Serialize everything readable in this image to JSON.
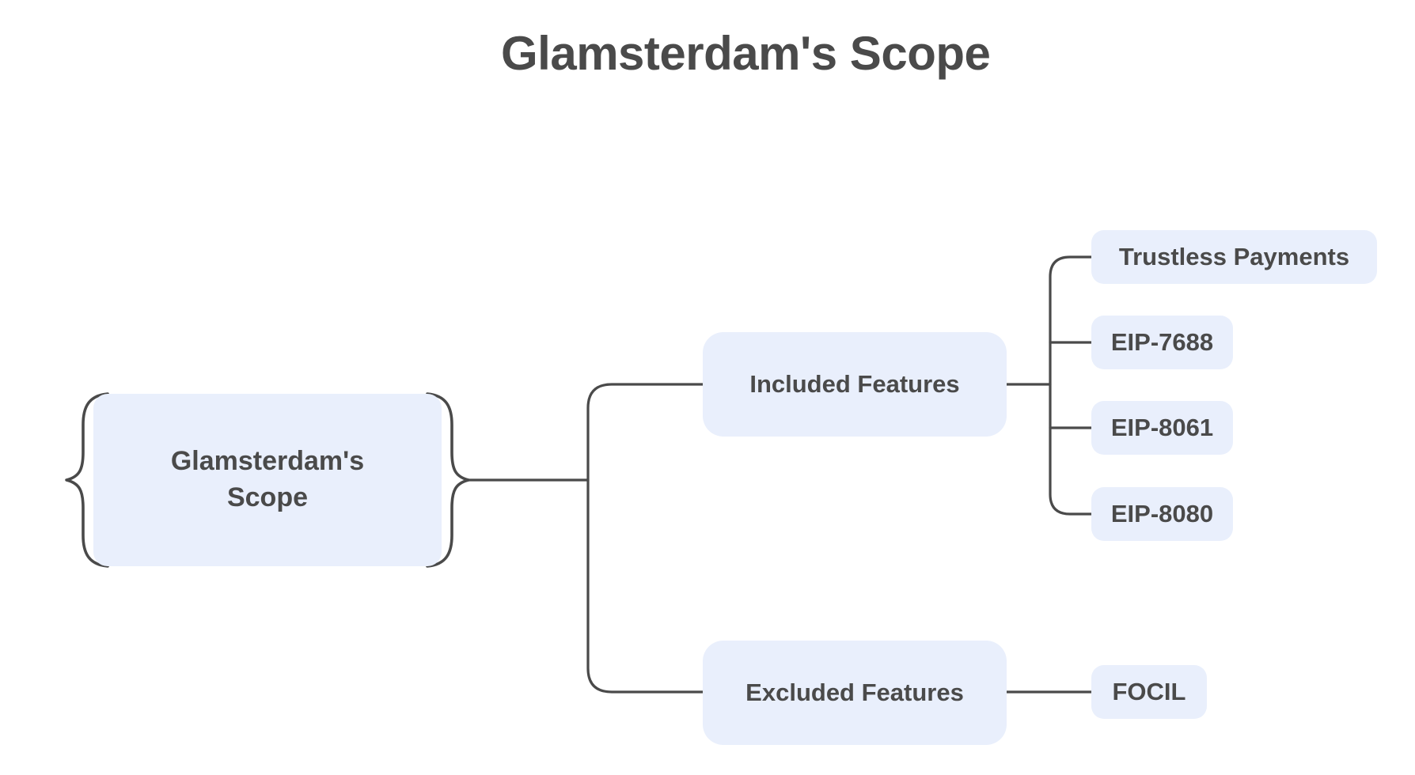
{
  "title": "Glamsterdam's Scope",
  "theme": {
    "background": "#FFFFFF",
    "node_fill": "#E9EFFC",
    "text_color": "#4A4A4A",
    "line_color": "#4A4A4A"
  },
  "mindmap": {
    "root": {
      "label": "Glamsterdam's Scope",
      "shape": "curly-braces"
    },
    "branches": [
      {
        "label": "Included Features",
        "children": [
          {
            "label": "Trustless Payments"
          },
          {
            "label": "EIP-7688"
          },
          {
            "label": "EIP-8061"
          },
          {
            "label": "EIP-8080"
          }
        ]
      },
      {
        "label": "Excluded Features",
        "children": [
          {
            "label": "FOCIL"
          }
        ]
      }
    ]
  }
}
